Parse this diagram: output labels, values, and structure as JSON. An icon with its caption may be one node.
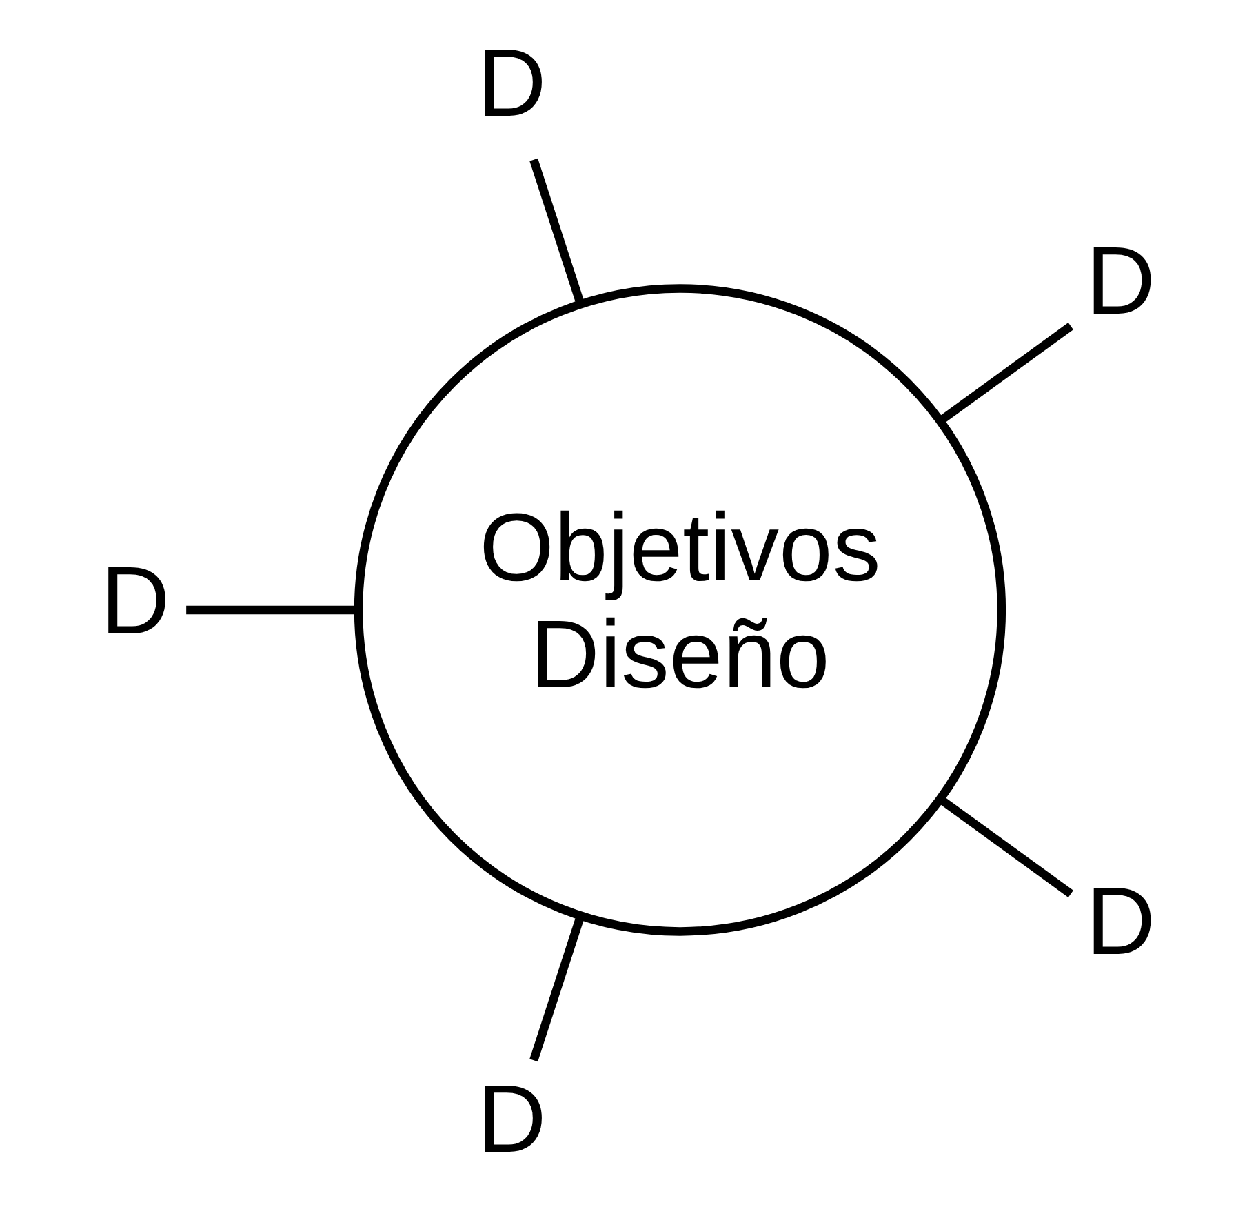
{
  "diagram": {
    "nodes": [
      {
        "text": [
          "Objetivos Diseño"
        ]
      },
      {
        "text": [
          "D"
        ]
      },
      {
        "text": [
          "D"
        ]
      },
      {
        "text": [
          "D"
        ]
      },
      {
        "text": [
          "D"
        ]
      },
      {
        "text": [
          "D"
        ]
      }
    ],
    "edges": [
      {
        "from": 0,
        "to": 1,
        "arrow": "none"
      },
      {
        "from": 0,
        "to": 2,
        "arrow": "none"
      },
      {
        "from": 0,
        "to": 5,
        "arrow": "none"
      },
      {
        "from": 0,
        "to": 4,
        "arrow": "none"
      },
      {
        "from": 0,
        "to": 3,
        "arrow": "none"
      }
    ]
  }
}
